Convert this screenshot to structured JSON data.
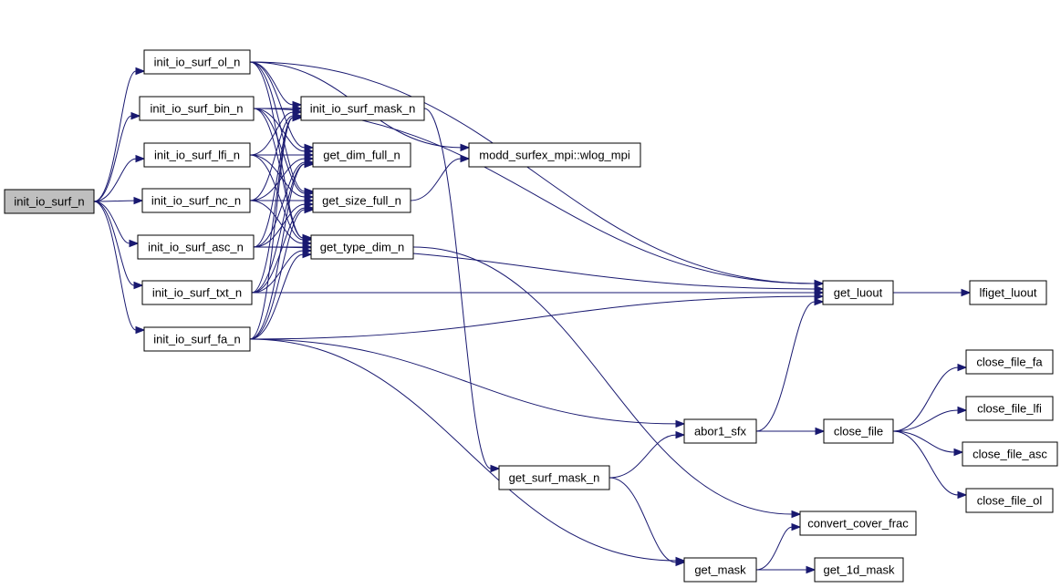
{
  "title": "Call graph of init_io_surf_n",
  "colors": {
    "edge": "#191970",
    "node_border": "#000000",
    "root_fill": "#bfbfbf",
    "node_fill": "#ffffff"
  },
  "nodes": [
    {
      "id": "init_io_surf_n",
      "label": "init_io_surf_n",
      "root": true
    },
    {
      "id": "init_io_surf_ol_n",
      "label": "init_io_surf_ol_n"
    },
    {
      "id": "init_io_surf_bin_n",
      "label": "init_io_surf_bin_n"
    },
    {
      "id": "init_io_surf_lfi_n",
      "label": "init_io_surf_lfi_n"
    },
    {
      "id": "init_io_surf_nc_n",
      "label": "init_io_surf_nc_n"
    },
    {
      "id": "init_io_surf_asc_n",
      "label": "init_io_surf_asc_n"
    },
    {
      "id": "init_io_surf_txt_n",
      "label": "init_io_surf_txt_n"
    },
    {
      "id": "init_io_surf_fa_n",
      "label": "init_io_surf_fa_n"
    },
    {
      "id": "init_io_surf_mask_n",
      "label": "init_io_surf_mask_n"
    },
    {
      "id": "get_dim_full_n",
      "label": "get_dim_full_n"
    },
    {
      "id": "get_size_full_n",
      "label": "get_size_full_n"
    },
    {
      "id": "get_type_dim_n",
      "label": "get_type_dim_n"
    },
    {
      "id": "wlog_mpi",
      "label": "modd_surfex_mpi::wlog_mpi"
    },
    {
      "id": "get_luout",
      "label": "get_luout"
    },
    {
      "id": "lfiget_luout",
      "label": "lfiget_luout"
    },
    {
      "id": "abor1_sfx",
      "label": "abor1_sfx"
    },
    {
      "id": "close_file",
      "label": "close_file"
    },
    {
      "id": "close_file_fa",
      "label": "close_file_fa"
    },
    {
      "id": "close_file_lfi",
      "label": "close_file_lfi"
    },
    {
      "id": "close_file_asc",
      "label": "close_file_asc"
    },
    {
      "id": "close_file_ol",
      "label": "close_file_ol"
    },
    {
      "id": "get_surf_mask_n",
      "label": "get_surf_mask_n"
    },
    {
      "id": "convert_cover_frac",
      "label": "convert_cover_frac"
    },
    {
      "id": "get_mask",
      "label": "get_mask"
    },
    {
      "id": "get_1d_mask",
      "label": "get_1d_mask"
    }
  ],
  "edges": [
    [
      "init_io_surf_n",
      "init_io_surf_ol_n"
    ],
    [
      "init_io_surf_n",
      "init_io_surf_bin_n"
    ],
    [
      "init_io_surf_n",
      "init_io_surf_lfi_n"
    ],
    [
      "init_io_surf_n",
      "init_io_surf_nc_n"
    ],
    [
      "init_io_surf_n",
      "init_io_surf_asc_n"
    ],
    [
      "init_io_surf_n",
      "init_io_surf_txt_n"
    ],
    [
      "init_io_surf_n",
      "init_io_surf_fa_n"
    ],
    [
      "init_io_surf_ol_n",
      "init_io_surf_mask_n"
    ],
    [
      "init_io_surf_ol_n",
      "get_dim_full_n"
    ],
    [
      "init_io_surf_ol_n",
      "get_size_full_n"
    ],
    [
      "init_io_surf_ol_n",
      "get_type_dim_n"
    ],
    [
      "init_io_surf_ol_n",
      "wlog_mpi"
    ],
    [
      "init_io_surf_ol_n",
      "get_luout"
    ],
    [
      "init_io_surf_bin_n",
      "init_io_surf_mask_n"
    ],
    [
      "init_io_surf_bin_n",
      "get_dim_full_n"
    ],
    [
      "init_io_surf_bin_n",
      "get_size_full_n"
    ],
    [
      "init_io_surf_bin_n",
      "get_type_dim_n"
    ],
    [
      "init_io_surf_bin_n",
      "get_luout"
    ],
    [
      "init_io_surf_lfi_n",
      "init_io_surf_mask_n"
    ],
    [
      "init_io_surf_lfi_n",
      "get_dim_full_n"
    ],
    [
      "init_io_surf_lfi_n",
      "get_size_full_n"
    ],
    [
      "init_io_surf_lfi_n",
      "get_type_dim_n"
    ],
    [
      "init_io_surf_nc_n",
      "init_io_surf_mask_n"
    ],
    [
      "init_io_surf_nc_n",
      "get_dim_full_n"
    ],
    [
      "init_io_surf_nc_n",
      "get_size_full_n"
    ],
    [
      "init_io_surf_nc_n",
      "get_type_dim_n"
    ],
    [
      "init_io_surf_asc_n",
      "init_io_surf_mask_n"
    ],
    [
      "init_io_surf_asc_n",
      "get_dim_full_n"
    ],
    [
      "init_io_surf_asc_n",
      "get_size_full_n"
    ],
    [
      "init_io_surf_asc_n",
      "get_type_dim_n"
    ],
    [
      "init_io_surf_asc_n",
      "get_luout"
    ],
    [
      "init_io_surf_txt_n",
      "init_io_surf_mask_n"
    ],
    [
      "init_io_surf_txt_n",
      "get_dim_full_n"
    ],
    [
      "init_io_surf_txt_n",
      "get_size_full_n"
    ],
    [
      "init_io_surf_txt_n",
      "get_type_dim_n"
    ],
    [
      "init_io_surf_txt_n",
      "get_luout"
    ],
    [
      "init_io_surf_fa_n",
      "init_io_surf_mask_n"
    ],
    [
      "init_io_surf_fa_n",
      "get_dim_full_n"
    ],
    [
      "init_io_surf_fa_n",
      "get_size_full_n"
    ],
    [
      "init_io_surf_fa_n",
      "get_type_dim_n"
    ],
    [
      "init_io_surf_fa_n",
      "get_luout"
    ],
    [
      "init_io_surf_fa_n",
      "abor1_sfx"
    ],
    [
      "init_io_surf_fa_n",
      "get_mask"
    ],
    [
      "init_io_surf_mask_n",
      "get_surf_mask_n"
    ],
    [
      "get_size_full_n",
      "wlog_mpi"
    ],
    [
      "get_type_dim_n",
      "convert_cover_frac"
    ],
    [
      "get_luout",
      "lfiget_luout"
    ],
    [
      "abor1_sfx",
      "get_luout"
    ],
    [
      "abor1_sfx",
      "close_file"
    ],
    [
      "close_file",
      "close_file_fa"
    ],
    [
      "close_file",
      "close_file_lfi"
    ],
    [
      "close_file",
      "close_file_asc"
    ],
    [
      "close_file",
      "close_file_ol"
    ],
    [
      "get_surf_mask_n",
      "abor1_sfx"
    ],
    [
      "get_surf_mask_n",
      "get_mask"
    ],
    [
      "get_mask",
      "convert_cover_frac"
    ],
    [
      "get_mask",
      "get_1d_mask"
    ]
  ]
}
